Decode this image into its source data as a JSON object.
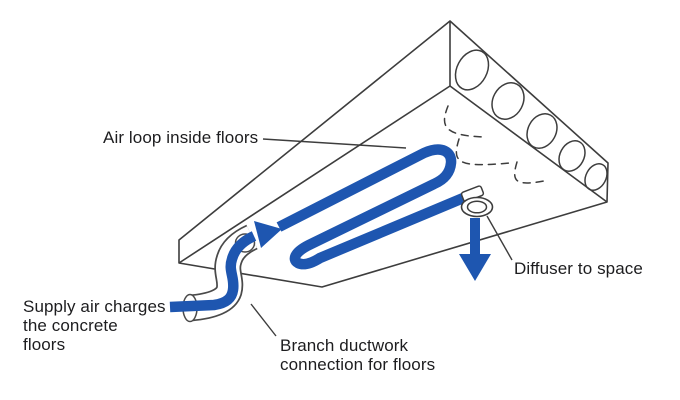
{
  "diagram": {
    "type": "technical-illustration",
    "subject": "Hollow-core concrete floor slab used as an air loop (thermally activated building system)",
    "labels": {
      "air_loop": "Air loop inside floors",
      "supply": "Supply air charges\nthe concrete\nfloors",
      "branch": "Branch ductwork\nconnection for floors",
      "diffuser": "Diffuser to space"
    },
    "icons": {
      "supply_flow": "arrow-up-right",
      "diffuser_flow": "arrow-down"
    },
    "colors": {
      "duct_blue": "#1e56b0",
      "outline_gray": "#3d3d3d",
      "text": "#1d1d1f",
      "background": "#ffffff"
    },
    "element_counts": {
      "hollow_core_openings_solid": 5,
      "hollow_core_openings_dashed": 3
    }
  }
}
